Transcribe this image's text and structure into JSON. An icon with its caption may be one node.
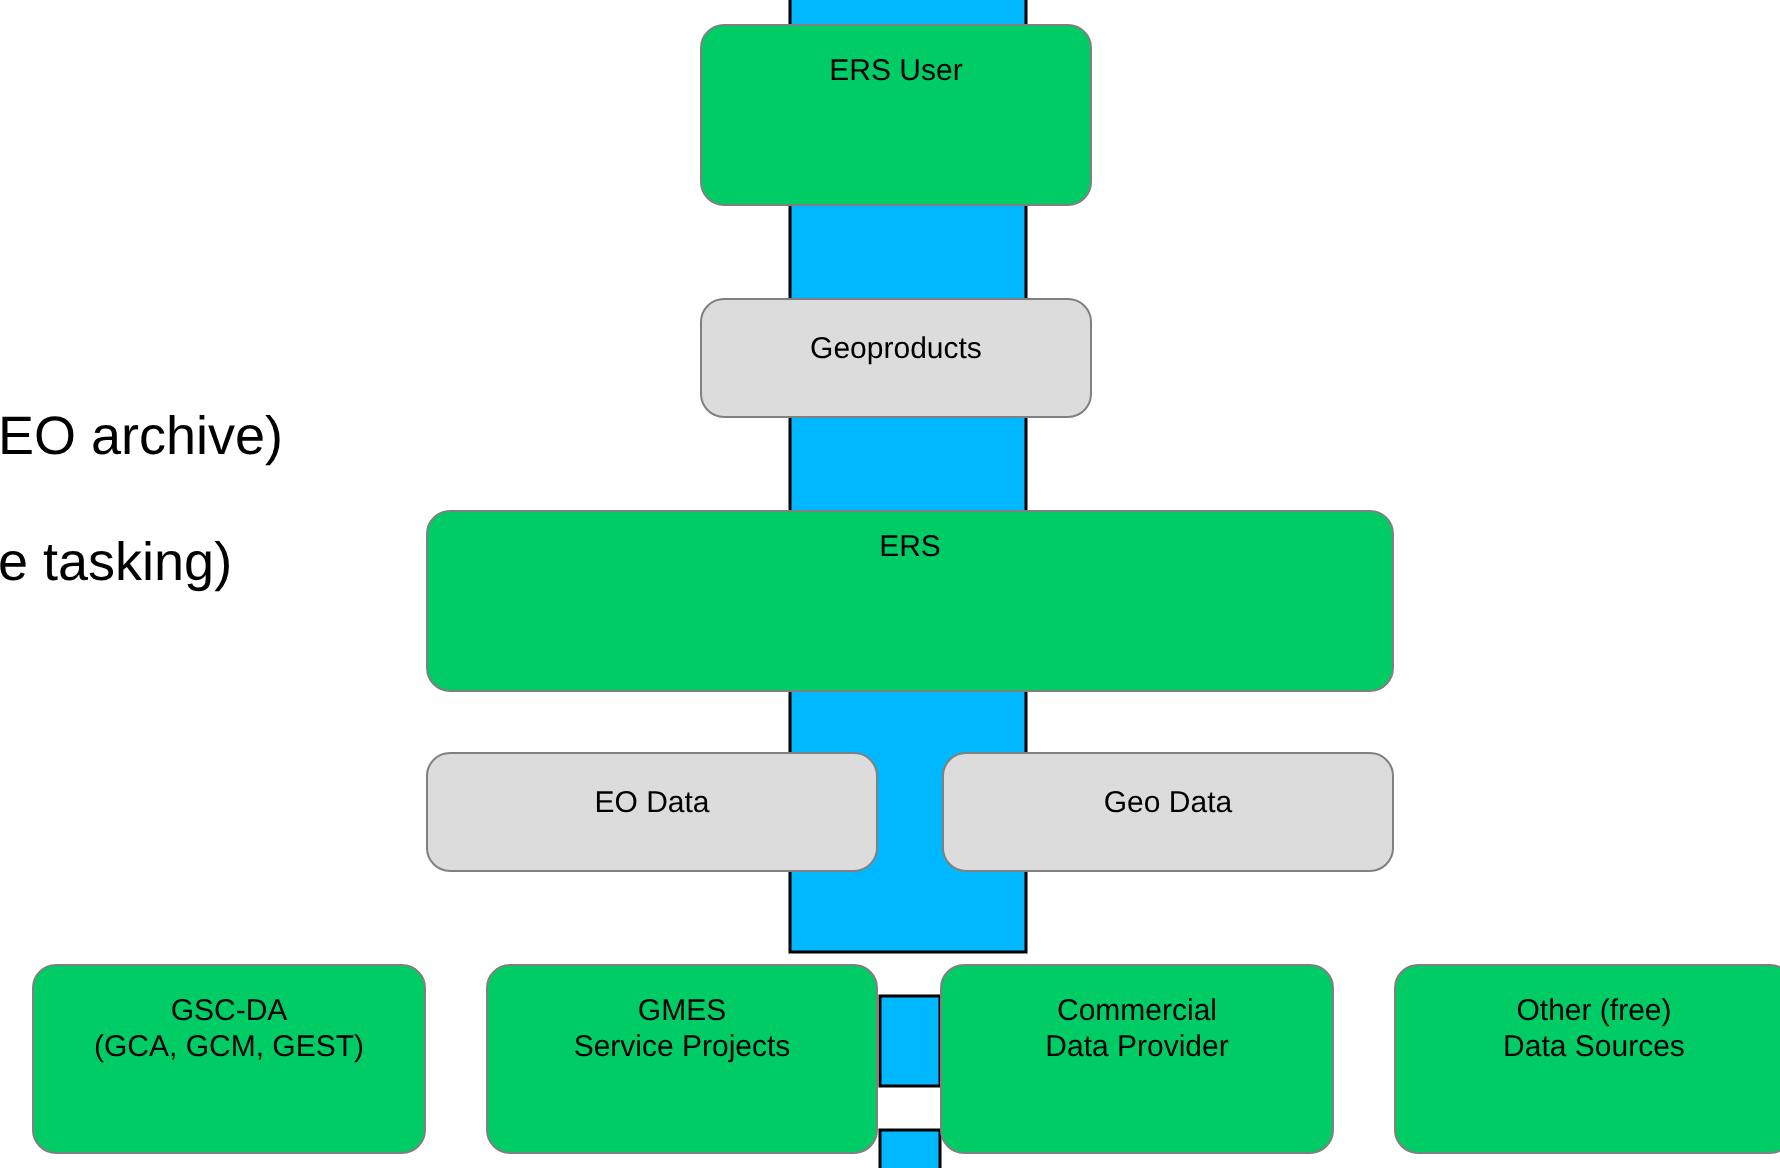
{
  "diagram": {
    "nodes": [
      {
        "text": [
          "ERS User"
        ]
      },
      {
        "text": [
          "Geoproducts"
        ]
      },
      {
        "text": [
          "ERS"
        ]
      },
      {
        "text": [
          "EO Data"
        ]
      },
      {
        "text": [
          "Geo Data"
        ]
      },
      {
        "text": [
          "GSC-DA (GCA, GCM, GEST)"
        ]
      },
      {
        "text": [
          "GMES Service Projects"
        ]
      },
      {
        "text": [
          "Commercial Data Provider"
        ]
      },
      {
        "text": [
          "Other (free) Data Sources"
        ]
      },
      {
        "text": [],
        "shape": "bar"
      },
      {
        "text": [],
        "shape": "bar"
      },
      {
        "text": [],
        "shape": "bar"
      }
    ],
    "labels": [
      "EO archive)",
      "e tasking)"
    ]
  }
}
